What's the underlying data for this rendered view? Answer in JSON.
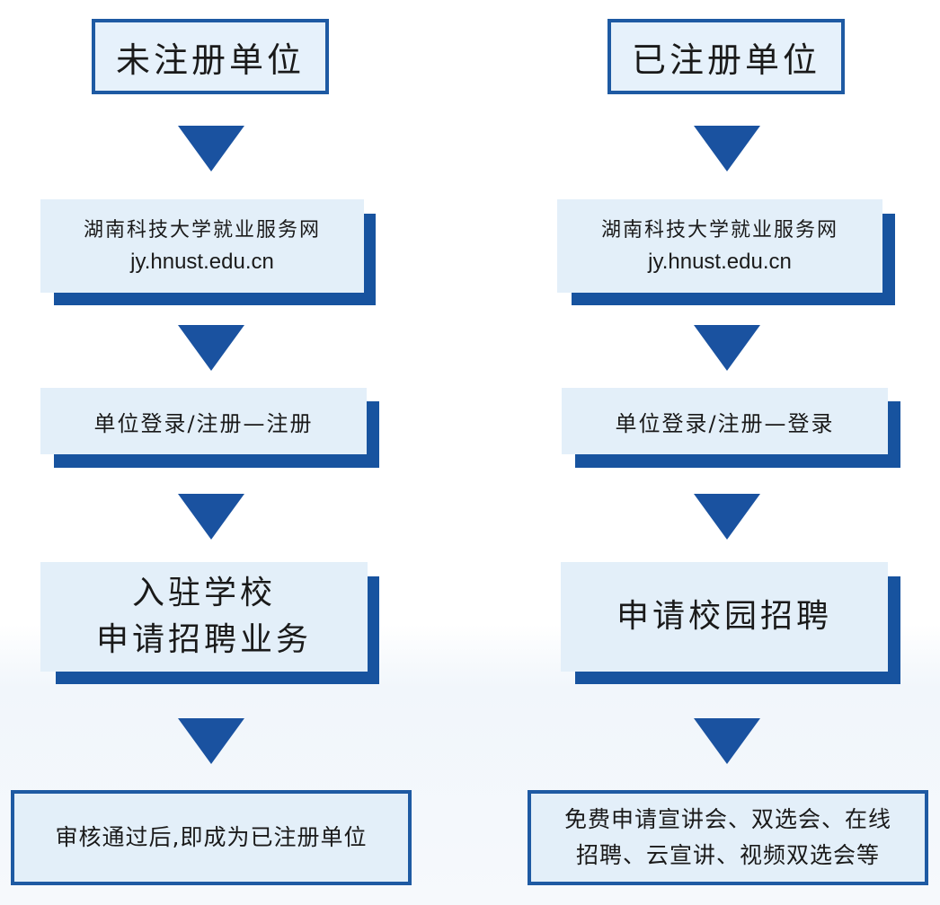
{
  "left": {
    "title": "未注册单位",
    "site_name": "湖南科技大学就业服务网",
    "site_url": "jy.hnust.edu.cn",
    "step2": "单位登录/注册—注册",
    "step3_line1": "入驻学校",
    "step3_line2": "申请招聘业务",
    "result": "审核通过后,即成为已注册单位"
  },
  "right": {
    "title": "已注册单位",
    "site_name": "湖南科技大学就业服务网",
    "site_url": "jy.hnust.edu.cn",
    "step2": "单位登录/注册—登录",
    "step3": "申请校园招聘",
    "result_line1": "免费申请宣讲会、双选会、在线",
    "result_line2": "招聘、云宣讲、视频双选会等"
  },
  "colors": {
    "accent": "#1e5aa3",
    "shadow": "#17539f",
    "card_fill": "#e3eff9",
    "arrow": "#1a52a0"
  }
}
